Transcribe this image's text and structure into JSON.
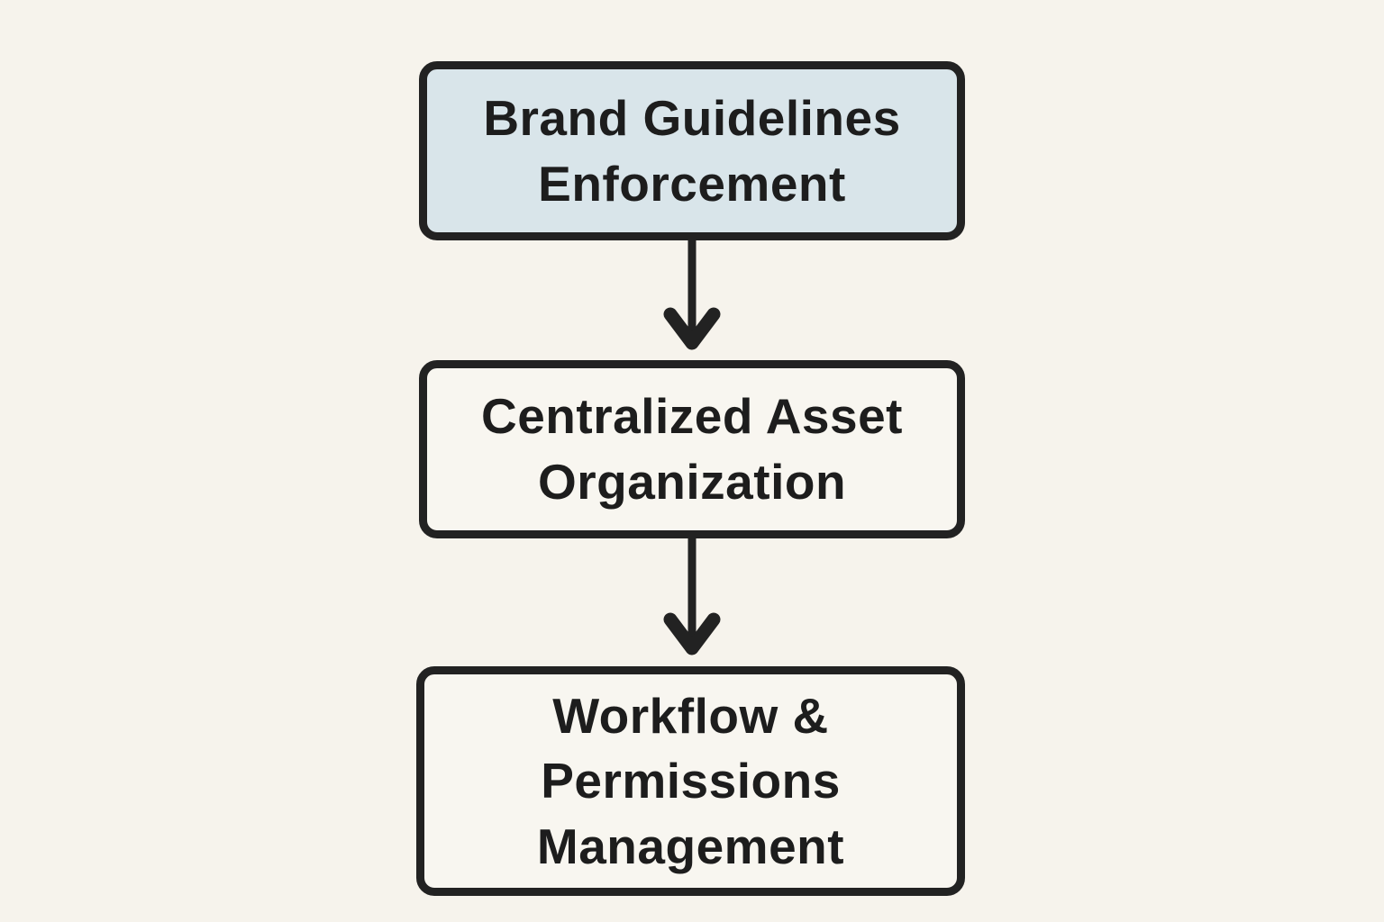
{
  "page": {
    "background_color": "#f6f3ec",
    "stroke_color": "#222222",
    "text_color": "#1d1d1d"
  },
  "flowchart": {
    "nodes": [
      {
        "id": "brand-guidelines-enforcement",
        "label": "Brand Guidelines\nEnforcement",
        "fill": "#d9e5ea"
      },
      {
        "id": "centralized-asset-organization",
        "label": "Centralized Asset\nOrganization",
        "fill": "#f8f6f0"
      },
      {
        "id": "workflow-permissions-management",
        "label": "Workflow &\nPermissions\nManagement",
        "fill": "#f8f6f0"
      }
    ],
    "connectors": [
      {
        "type": "arrow-down",
        "from": "brand-guidelines-enforcement",
        "to": "centralized-asset-organization"
      },
      {
        "type": "arrow-down",
        "from": "centralized-asset-organization",
        "to": "workflow-permissions-management"
      }
    ]
  }
}
